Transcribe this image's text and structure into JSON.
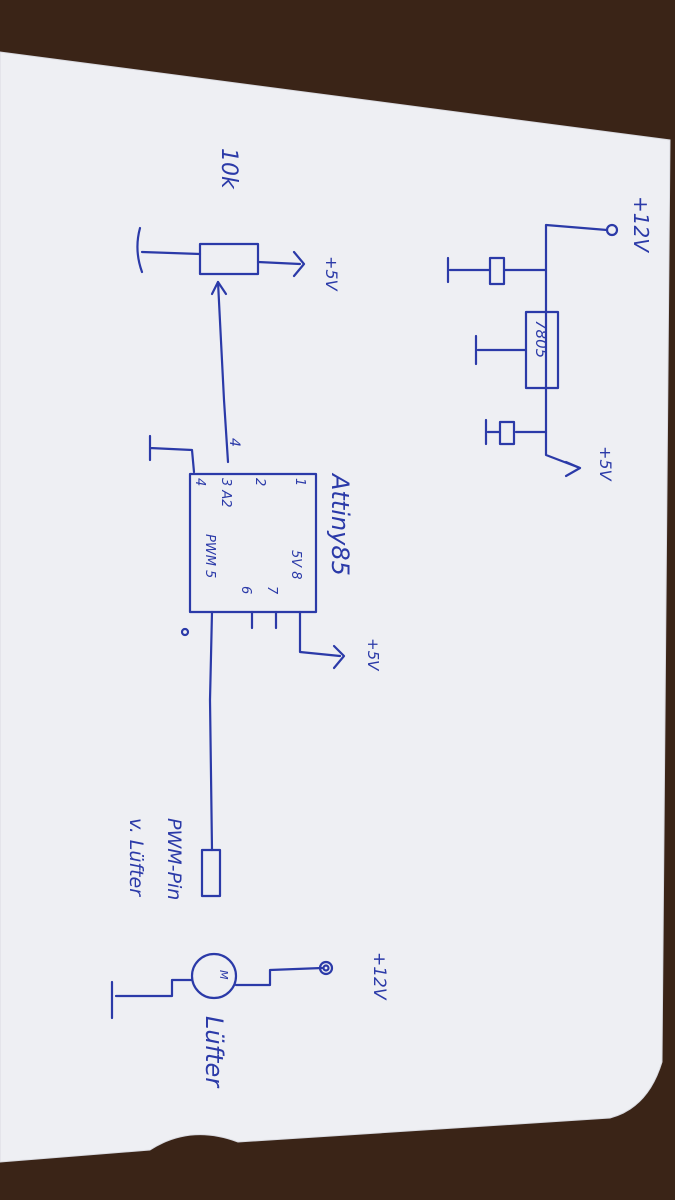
{
  "diagram": {
    "labels": {
      "supply_12v_top": "+12V",
      "regulator": "7805",
      "supply_5v_reg": "+5V",
      "pot_value": "10k",
      "supply_5v_pot": "+5V",
      "chip_name": "Attiny85",
      "pin_1": "1",
      "pin_2": "2",
      "pin_3": "3 A2",
      "pin_4": "4",
      "pin_4_ext": "4",
      "pin_5": "PWM 5",
      "pin_6": "6",
      "pin_7": "7",
      "pin_8": "5V 8",
      "supply_5v_chip": "+5V",
      "pwm_note_line1": "PWM-Pin",
      "pwm_note_line2": "v. Lüfter",
      "fan_symbol": "M",
      "fan_name": "Lüfter",
      "supply_12v_fan": "+12V"
    },
    "colors": {
      "paper": "#eeeff3",
      "ink": "#2b3aa8",
      "background": "#3a2417"
    }
  }
}
